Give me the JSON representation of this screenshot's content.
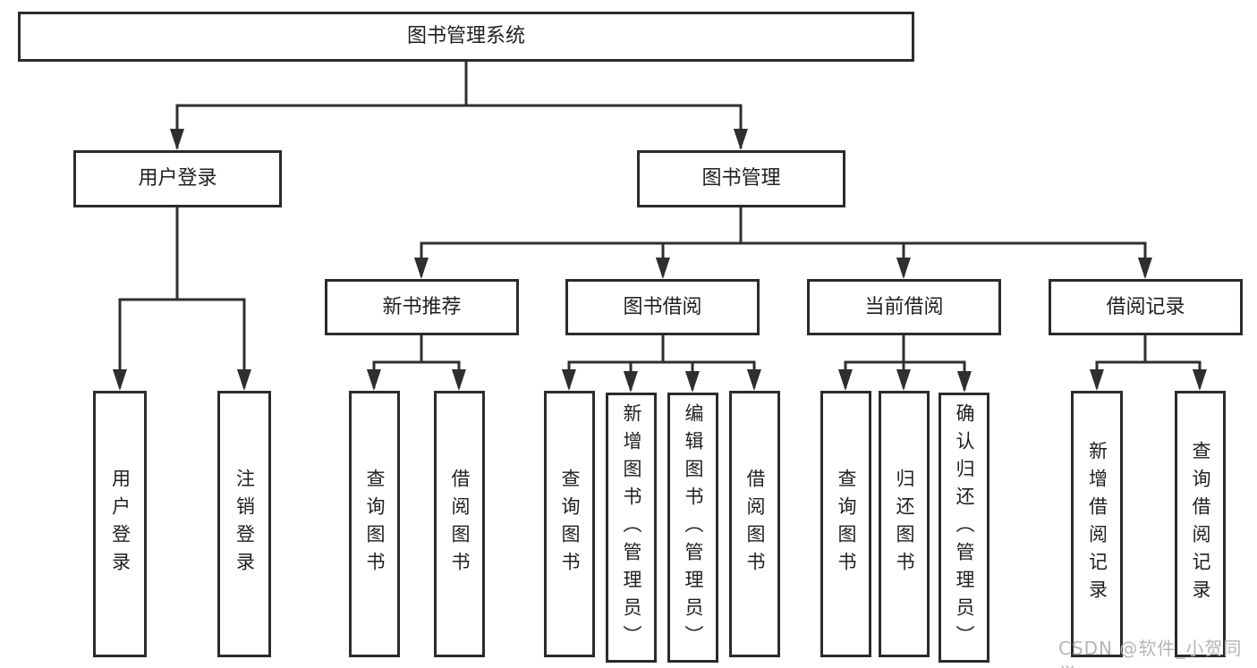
{
  "colors": {
    "line": "#2f2f2f",
    "box_border": "#2b2b2b",
    "box_fill": "#ffffff",
    "text": "#1f1f1f",
    "watermark": "#b5b5b5"
  },
  "nodes": {
    "root": "图书管理系统",
    "user_login": "用户登录",
    "book_mgmt": "图书管理",
    "new_book_rec": "新书推荐",
    "book_borrow": "图书借阅",
    "current_borrow": "当前借阅",
    "borrow_records": "借阅记录",
    "ul_user_login": "用户登录",
    "ul_logout": "注销登录",
    "nr_query_book": "查询图书",
    "nr_borrow_book": "借阅图书",
    "bb_query_book": "查询图书",
    "bb_add_book": "新增图书（管理员）",
    "bb_edit_book": "编辑图书（管理员）",
    "bb_borrow_book": "借阅图书",
    "cb_query_book": "查询图书",
    "cb_return_book": "归还图书",
    "cb_confirm_return": "确认归还（管理员）",
    "br_add_record": "新增借阅记录",
    "br_query_record": "查询借阅记录"
  },
  "watermark": "CSDN @软件_小贺同学"
}
